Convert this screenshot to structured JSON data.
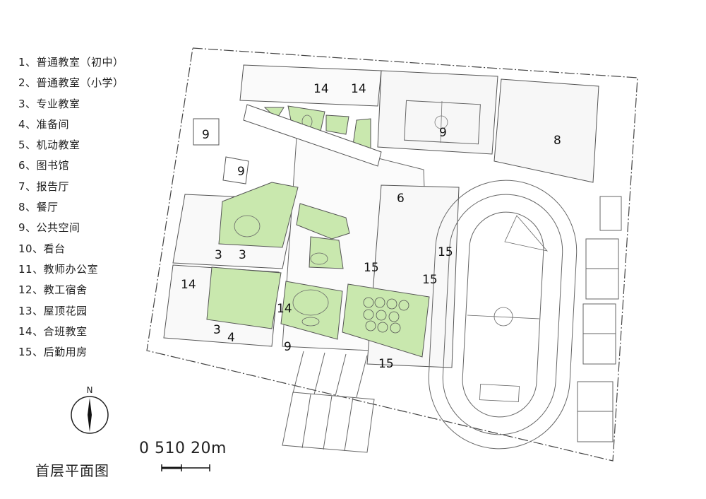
{
  "title": "首层平面图",
  "legend": [
    "1、普通教室（初中）",
    "2、普通教室（小学）",
    "3、专业教室",
    "4、准备间",
    "5、机动教室",
    "6、图书馆",
    "7、报告厅",
    "8、餐厅",
    "9、公共空间",
    "10、看台",
    "11、教师办公室",
    "12、教工宿舍",
    "13、屋顶花园",
    "14、合班教室",
    "15、后勤用房"
  ],
  "north_label": "N",
  "scale_text": "0  510  20m",
  "room_labels": [
    "14",
    "14",
    "9",
    "8",
    "9",
    "9",
    "6",
    "3",
    "3",
    "15",
    "15",
    "15",
    "14",
    "14",
    "3",
    "4",
    "9",
    "15"
  ],
  "colors": {
    "garden": "#c9e8ae",
    "line": "#555555"
  }
}
